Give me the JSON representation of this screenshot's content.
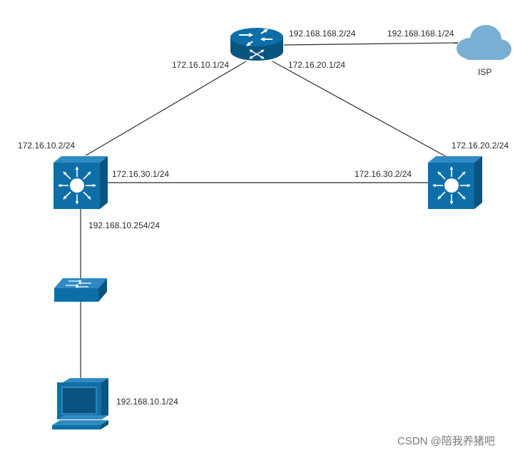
{
  "devices": {
    "router": {
      "icon": "router-icon"
    },
    "isp_cloud": {
      "icon": "cloud-icon",
      "label": "ISP"
    },
    "core_switch_left": {
      "icon": "layer3-switch-icon"
    },
    "core_switch_right": {
      "icon": "layer3-switch-icon"
    },
    "access_switch": {
      "icon": "switch-icon"
    },
    "workstation": {
      "icon": "computer-icon"
    }
  },
  "addresses": {
    "router_to_isp": "192.168.168.2/24",
    "isp_side": "192.168.168.1/24",
    "router_to_left": "172.16.10.1/24",
    "router_to_right": "172.16.20.1/24",
    "left_to_router": "172.16.10.2/24",
    "right_to_router": "172.16.20.2/24",
    "left_to_right": "172.16.30.1/24",
    "right_to_left": "172.16.30.2/24",
    "left_vlan_gateway": "192.168.10.254/24",
    "workstation_ip": "192.168.10.1/24"
  },
  "watermark": "CSDN @陪我养猪吧",
  "colors": {
    "device": "#0e6fa8",
    "device_dark": "#0a5480",
    "cloud": "#78afd3",
    "link": "#2b2b2b"
  }
}
